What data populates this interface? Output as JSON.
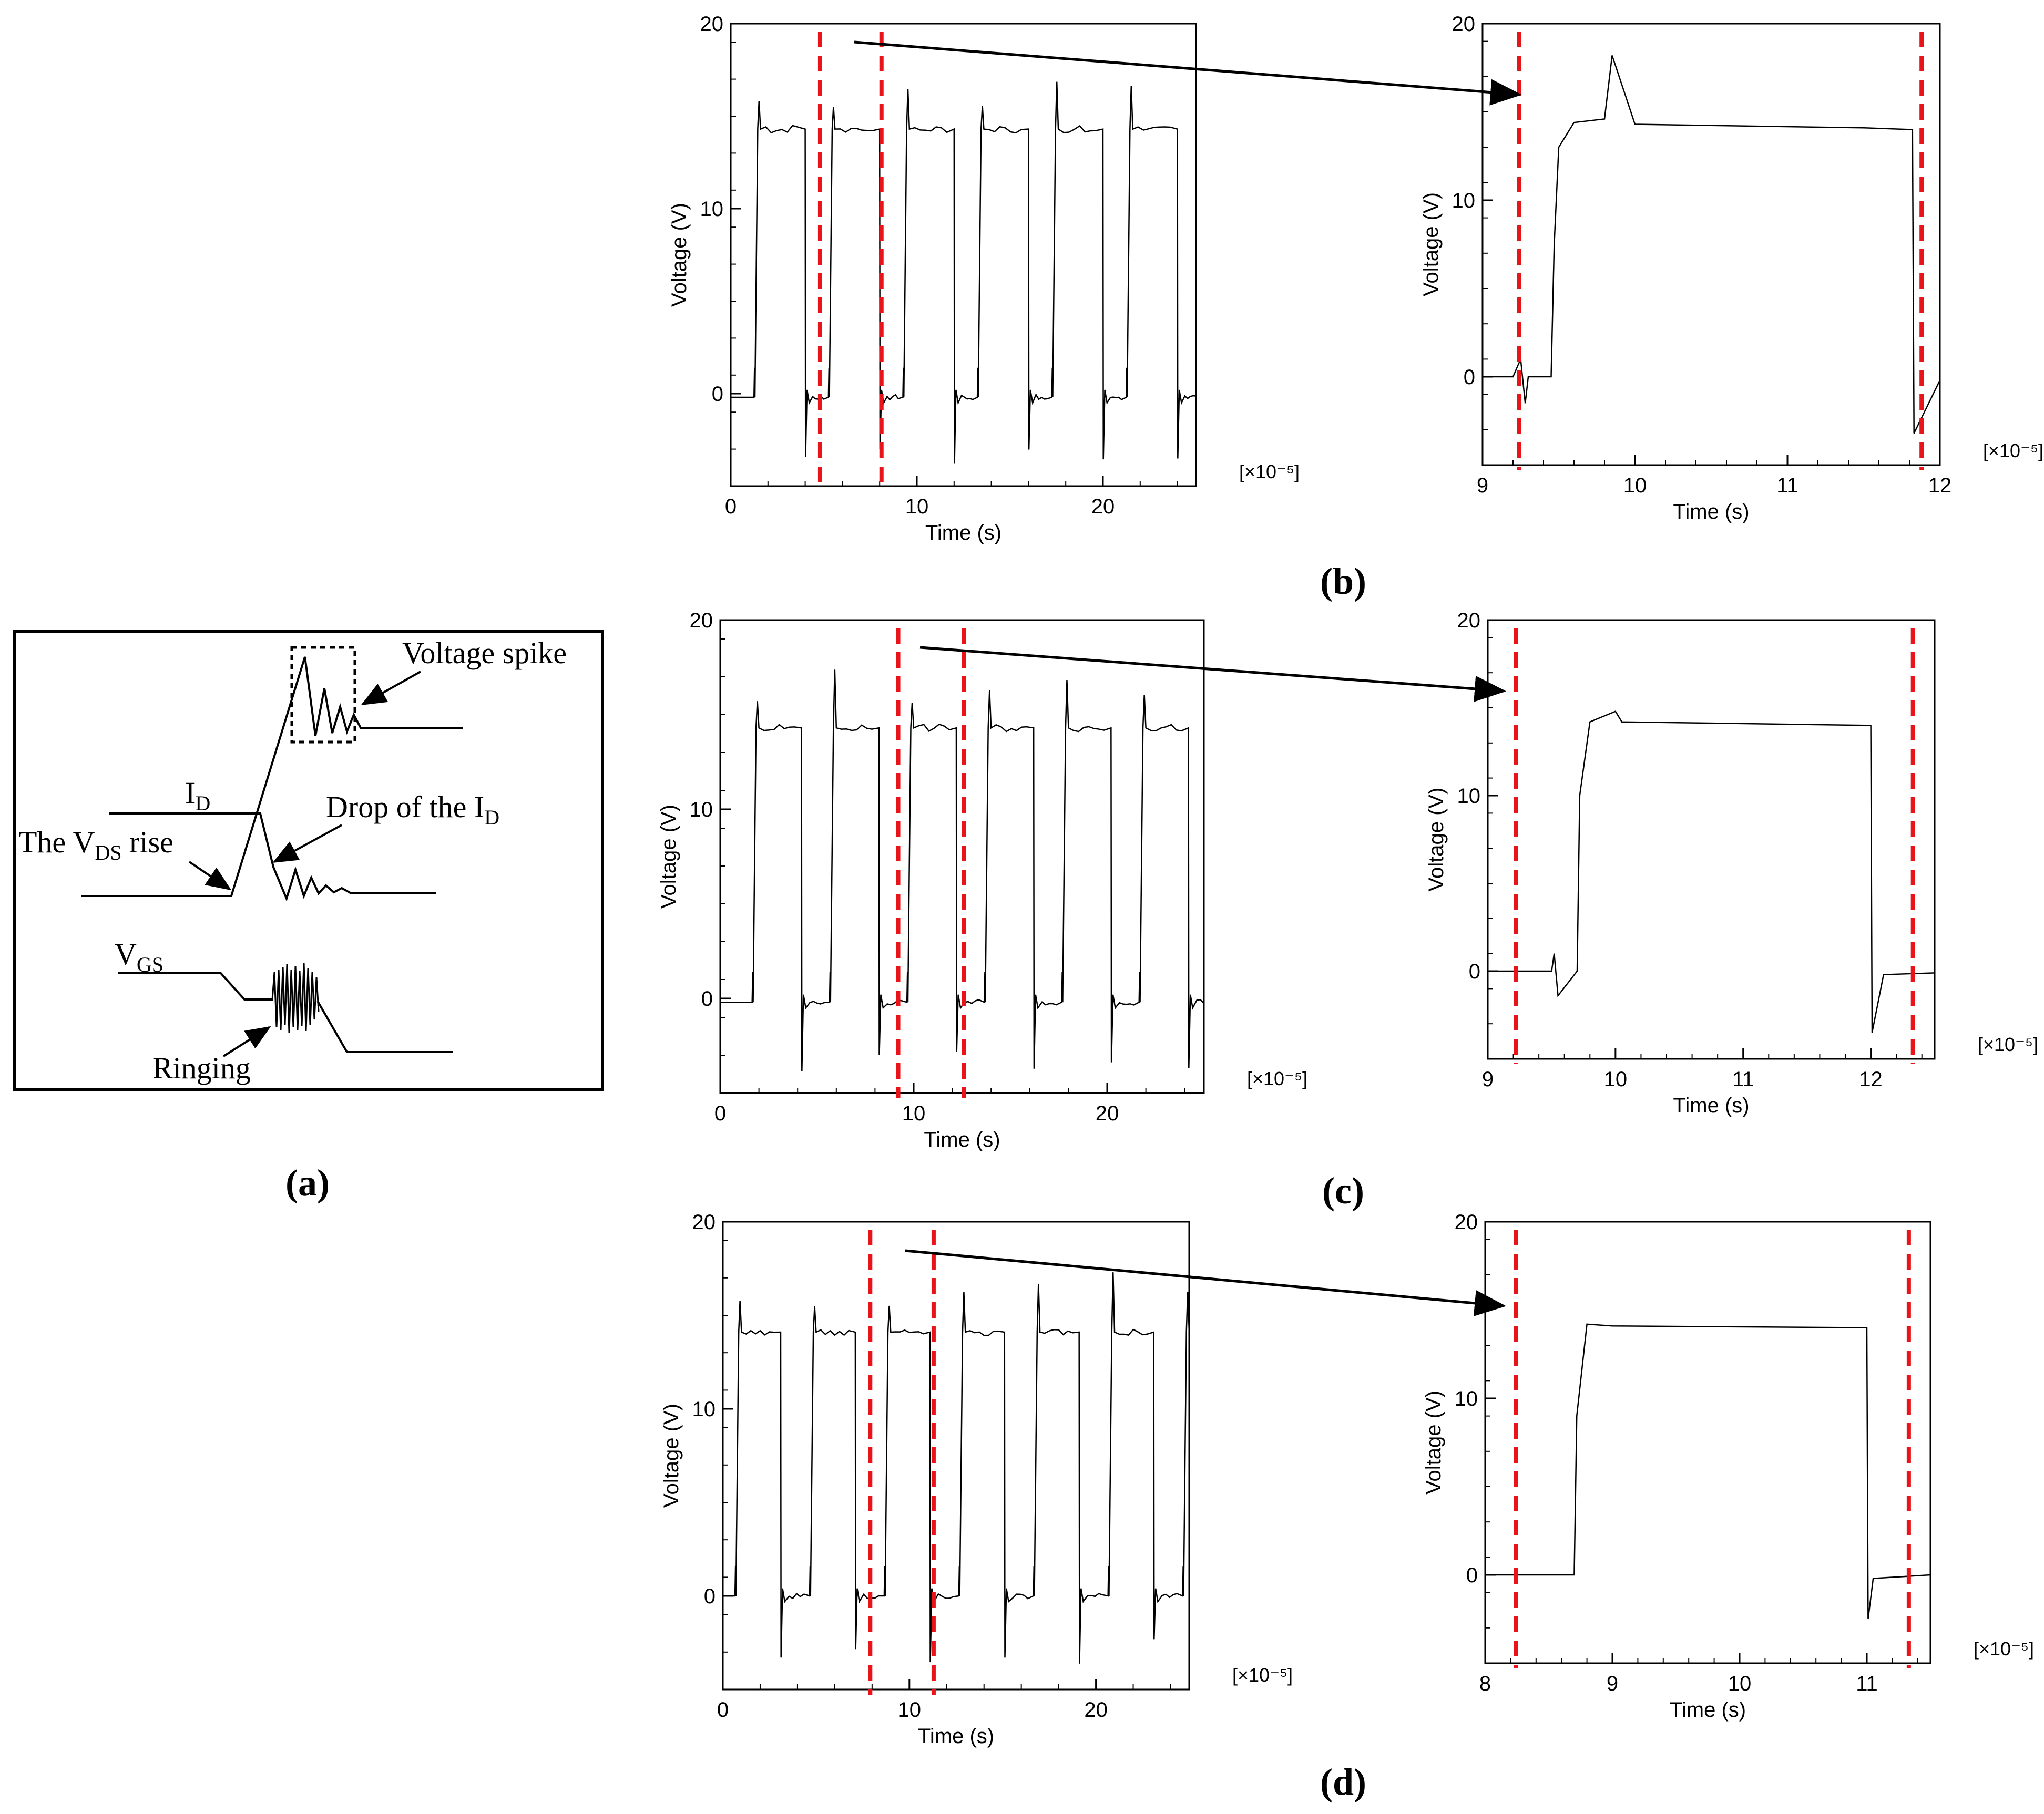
{
  "figure": {
    "panel_labels": [
      "(a)",
      "(b)",
      "(c)",
      "(d)"
    ],
    "colors": {
      "trace": "#000000",
      "marker": "#e8141a",
      "frame": "#000000"
    }
  },
  "schematic": {
    "labels": {
      "voltage_spike": "Voltage spike",
      "id_main": "I",
      "id_sub": "D",
      "vds_pre": "The V",
      "vds_sub": "DS",
      "vds_post": " rise",
      "drop_pre": "Drop of the I",
      "drop_sub": "D",
      "vgs_main": "V",
      "vgs_sub": "GS",
      "ringing": "Ringing"
    }
  },
  "chart_data": [
    {
      "id": "b-full",
      "panel": "b",
      "type": "line",
      "xlabel": "Time (s)",
      "ylabel": "Voltage (V)",
      "x_multiplier": "[×10⁻⁵]",
      "xlim": [
        0,
        25
      ],
      "ylim": [
        -5,
        20
      ],
      "xticks": [
        0,
        10,
        20
      ],
      "yticks": [
        0,
        10,
        20
      ],
      "period": 4.0,
      "rise_start": 1.3,
      "on_duration": 2.7,
      "high": 14.3,
      "low": -0.2,
      "markers": [
        4.8,
        8.1
      ]
    },
    {
      "id": "b-zoom",
      "panel": "b",
      "type": "line",
      "xlabel": "Time (s)",
      "ylabel": "Voltage (V)",
      "x_multiplier": "[×10⁻⁵]",
      "xlim": [
        9,
        12
      ],
      "ylim": [
        -5,
        20
      ],
      "xticks": [
        9,
        10,
        11,
        12
      ],
      "yticks": [
        0,
        10,
        20
      ],
      "series": [
        {
          "x": [
            9.0,
            9.2,
            9.25,
            9.28,
            9.3,
            9.45,
            9.47,
            9.5,
            9.6,
            9.8,
            9.85,
            10.0,
            11.5,
            11.82,
            11.83,
            12.0
          ],
          "y": [
            0,
            0,
            1.0,
            -1.5,
            0,
            0,
            7.5,
            13,
            14.4,
            14.6,
            18.2,
            14.3,
            14.1,
            14.0,
            -3.2,
            -0.2
          ]
        }
      ],
      "markers": [
        9.24,
        11.88
      ]
    },
    {
      "id": "c-full",
      "panel": "c",
      "type": "line",
      "xlabel": "Time (s)",
      "ylabel": "Voltage (V)",
      "x_multiplier": "[×10⁻⁵]",
      "xlim": [
        0,
        25
      ],
      "ylim": [
        -5,
        20
      ],
      "xticks": [
        0,
        10,
        20
      ],
      "yticks": [
        0,
        10,
        20
      ],
      "period": 4.0,
      "rise_start": 1.7,
      "on_duration": 2.5,
      "high": 14.3,
      "low": -0.2,
      "markers": [
        9.2,
        12.6
      ]
    },
    {
      "id": "c-zoom",
      "panel": "c",
      "type": "line",
      "xlabel": "Time (s)",
      "ylabel": "Voltage (V)",
      "x_multiplier": "[×10⁻⁵]",
      "xlim": [
        9,
        12.5
      ],
      "ylim": [
        -5,
        20
      ],
      "xticks": [
        9,
        10,
        11,
        12
      ],
      "yticks": [
        0,
        10,
        20
      ],
      "series": [
        {
          "x": [
            9.0,
            9.5,
            9.52,
            9.55,
            9.7,
            9.72,
            9.8,
            10.0,
            10.05,
            12.0,
            12.01,
            12.1,
            12.5
          ],
          "y": [
            0,
            0,
            1.0,
            -1.4,
            0,
            10,
            14.2,
            14.8,
            14.2,
            14.0,
            -3.5,
            -0.2,
            -0.1
          ]
        }
      ],
      "markers": [
        9.22,
        12.33
      ]
    },
    {
      "id": "d-full",
      "panel": "d",
      "type": "line",
      "xlabel": "Time (s)",
      "ylabel": "Voltage (V)",
      "x_multiplier": "[×10⁻⁵]",
      "xlim": [
        0,
        25
      ],
      "ylim": [
        -5,
        20
      ],
      "xticks": [
        0,
        10,
        20
      ],
      "yticks": [
        0,
        10,
        20
      ],
      "period": 4.0,
      "rise_start": 0.7,
      "on_duration": 2.4,
      "high": 14.1,
      "low": 0,
      "markers": [
        7.9,
        11.3
      ]
    },
    {
      "id": "d-zoom",
      "panel": "d",
      "type": "line",
      "xlabel": "Time (s)",
      "ylabel": "Voltage (V)",
      "x_multiplier": "[×10⁻⁵]",
      "xlim": [
        8,
        11.5
      ],
      "ylim": [
        -5,
        20
      ],
      "xticks": [
        8,
        9,
        10,
        11
      ],
      "yticks": [
        0,
        10,
        20
      ],
      "series": [
        {
          "x": [
            8.0,
            8.7,
            8.72,
            8.8,
            9.0,
            11.0,
            11.01,
            11.05,
            11.5
          ],
          "y": [
            0,
            0,
            9,
            14.2,
            14.1,
            14.0,
            -2.5,
            -0.2,
            0
          ]
        }
      ],
      "markers": [
        8.24,
        11.33
      ]
    }
  ]
}
